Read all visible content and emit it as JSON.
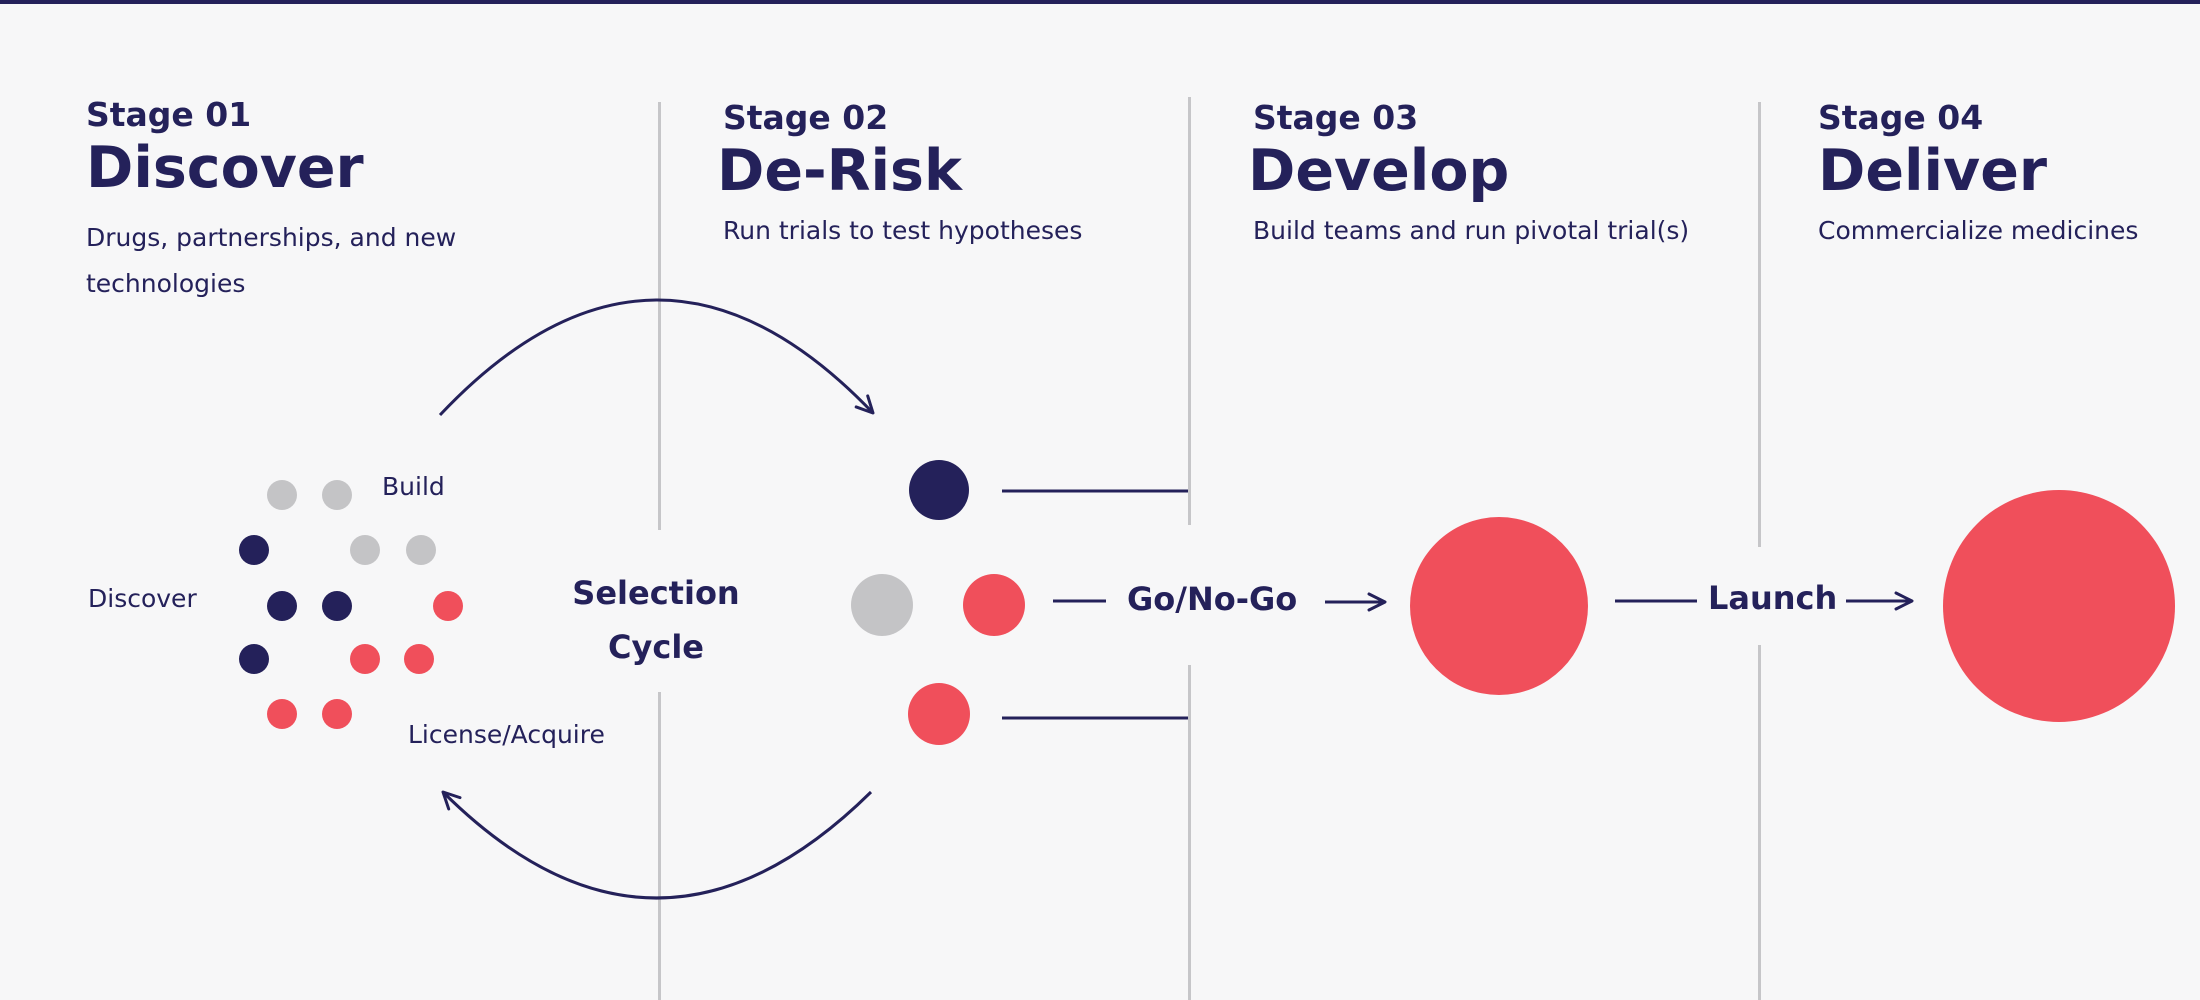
{
  "stages": [
    {
      "number": "Stage 01",
      "title": "Discover",
      "description_lines": [
        "Drugs, partnerships, and new",
        "technologies"
      ]
    },
    {
      "number": "Stage 02",
      "title": "De-Risk",
      "description_lines": [
        "Run trials to test hypotheses"
      ]
    },
    {
      "number": "Stage 03",
      "title": "Develop",
      "description_lines": [
        "Build teams and run pivotal trial(s)"
      ]
    },
    {
      "number": "Stage 04",
      "title": "Deliver",
      "description_lines": [
        "Commercialize medicines"
      ]
    }
  ],
  "labels": {
    "discover": "Discover",
    "build": "Build",
    "license": "License/Acquire",
    "selection_line1": "Selection",
    "selection_line2": "Cycle",
    "go_no_go": "Go/No-Go",
    "launch": "Launch"
  },
  "colors": {
    "navy": "#24215a",
    "coral": "#f04f5b",
    "gray": "#c4c4c6",
    "divider": "#c6c6c9",
    "background": "#f7f7f8"
  }
}
